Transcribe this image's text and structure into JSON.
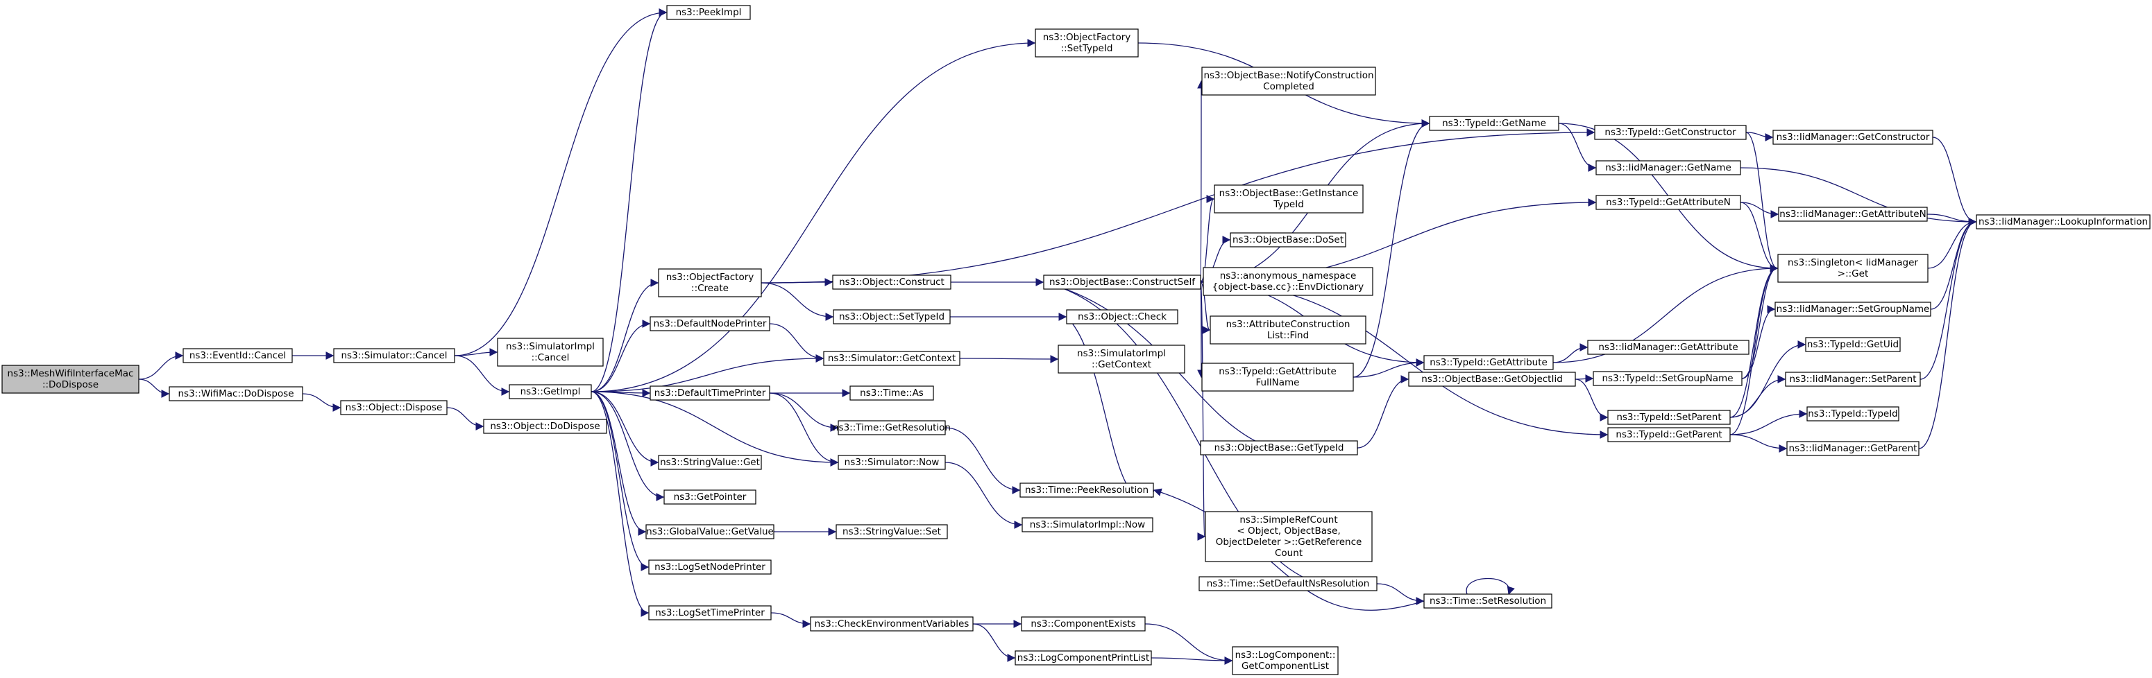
{
  "colors": {
    "edge": "#191970",
    "root_fill": "#bfbfbf",
    "node_fill": "#ffffff",
    "border": "#000000"
  },
  "nodes": {
    "root": [
      "ns3::MeshWifiInterfaceMac",
      "::DoDispose"
    ],
    "eventid_cancel": [
      "ns3::EventId::Cancel"
    ],
    "wifimac_dodispose": [
      "ns3::WifiMac::DoDispose"
    ],
    "simulator_cancel": [
      "ns3::Simulator::Cancel"
    ],
    "object_dispose": [
      "ns3::Object::Dispose"
    ],
    "peekimpl": [
      "ns3::PeekImpl"
    ],
    "simimpl_cancel": [
      "ns3::SimulatorImpl",
      "::Cancel"
    ],
    "getimpl": [
      "ns3::GetImpl"
    ],
    "object_dodispose": [
      "ns3::Object::DoDispose"
    ],
    "objfactory_create": [
      "ns3::ObjectFactory",
      "::Create"
    ],
    "defaultnodeprinter": [
      "ns3::DefaultNodePrinter"
    ],
    "defaulttimeprinter": [
      "ns3::DefaultTimePrinter"
    ],
    "stringvalue_get": [
      "ns3::StringValue::Get"
    ],
    "getpointer": [
      "ns3::GetPointer"
    ],
    "globalvalue_getvalue": [
      "ns3::GlobalValue::GetValue"
    ],
    "logsetnodeprinter": [
      "ns3::LogSetNodePrinter"
    ],
    "logsettimeprinter": [
      "ns3::LogSetTimePrinter"
    ],
    "objfactory_settypeid": [
      "ns3::ObjectFactory",
      "::SetTypeId"
    ],
    "object_construct": [
      "ns3::Object::Construct"
    ],
    "object_settypeid": [
      "ns3::Object::SetTypeId"
    ],
    "simulator_getcontext": [
      "ns3::Simulator::GetContext"
    ],
    "time_as": [
      "ns3::Time::As"
    ],
    "time_getresolution": [
      "ns3::Time::GetResolution"
    ],
    "simulator_now": [
      "ns3::Simulator::Now"
    ],
    "stringvalue_set": [
      "ns3::StringValue::Set"
    ],
    "checkenvvars": [
      "ns3::CheckEnvironmentVariables"
    ],
    "objbase_constructself": [
      "ns3::ObjectBase::ConstructSelf"
    ],
    "object_check": [
      "ns3::Object::Check"
    ],
    "simimpl_getcontext": [
      "ns3::SimulatorImpl",
      "::GetContext"
    ],
    "time_peekresolution": [
      "ns3::Time::PeekResolution"
    ],
    "simimpl_now": [
      "ns3::SimulatorImpl::Now"
    ],
    "componentexists": [
      "ns3::ComponentExists"
    ],
    "logcompprintlist": [
      "ns3::LogComponentPrintList"
    ],
    "objbase_notify": [
      "ns3::ObjectBase::NotifyConstruction",
      "Completed"
    ],
    "objbase_getinstance": [
      "ns3::ObjectBase::GetInstance",
      "TypeId"
    ],
    "objbase_doset": [
      "ns3::ObjectBase::DoSet"
    ],
    "anon_envdict": [
      "ns3::anonymous_namespace",
      "{object-base.cc}::EnvDictionary"
    ],
    "attrconstr_find": [
      "ns3::AttributeConstruction",
      "List::Find"
    ],
    "typeid_getattrfullname": [
      "ns3::TypeId::GetAttribute",
      "FullName"
    ],
    "objbase_gettypeid": [
      "ns3::ObjectBase::GetTypeId"
    ],
    "simplerefcount": [
      "ns3::SimpleRefCount",
      "< Object, ObjectBase,",
      "ObjectDeleter >::GetReference",
      "Count"
    ],
    "time_setdefaultns": [
      "ns3::Time::SetDefaultNsResolution"
    ],
    "logcomp_getlist": [
      "ns3::LogComponent::",
      "GetComponentList"
    ],
    "typeid_getname": [
      "ns3::TypeId::GetName"
    ],
    "typeid_getattribute": [
      "ns3::TypeId::GetAttribute"
    ],
    "objbase_getobjectiid": [
      "ns3::ObjectBase::GetObjectIid"
    ],
    "time_setresolution": [
      "ns3::Time::SetResolution"
    ],
    "typeid_getconstructor": [
      "ns3::TypeId::GetConstructor"
    ],
    "iid_getname": [
      "ns3::IidManager::GetName"
    ],
    "typeid_getattributen": [
      "ns3::TypeId::GetAttributeN"
    ],
    "iid_getattribute": [
      "ns3::IidManager::GetAttribute"
    ],
    "typeid_setgroupname": [
      "ns3::TypeId::SetGroupName"
    ],
    "typeid_setparent": [
      "ns3::TypeId::SetParent"
    ],
    "typeid_getparent": [
      "ns3::TypeId::GetParent"
    ],
    "iid_getconstructor": [
      "ns3::IidManager::GetConstructor"
    ],
    "iid_getattributen": [
      "ns3::IidManager::GetAttributeN"
    ],
    "singleton": [
      "ns3::Singleton< IidManager",
      ">::Get"
    ],
    "iid_setgroupname": [
      "ns3::IidManager::SetGroupName"
    ],
    "typeid_getuid": [
      "ns3::TypeId::GetUid"
    ],
    "iid_setparent": [
      "ns3::IidManager::SetParent"
    ],
    "typeid_typeid": [
      "ns3::TypeId::TypeId"
    ],
    "iid_getparent": [
      "ns3::IidManager::GetParent"
    ],
    "iid_lookup": [
      "ns3::IidManager::LookupInformation"
    ]
  }
}
